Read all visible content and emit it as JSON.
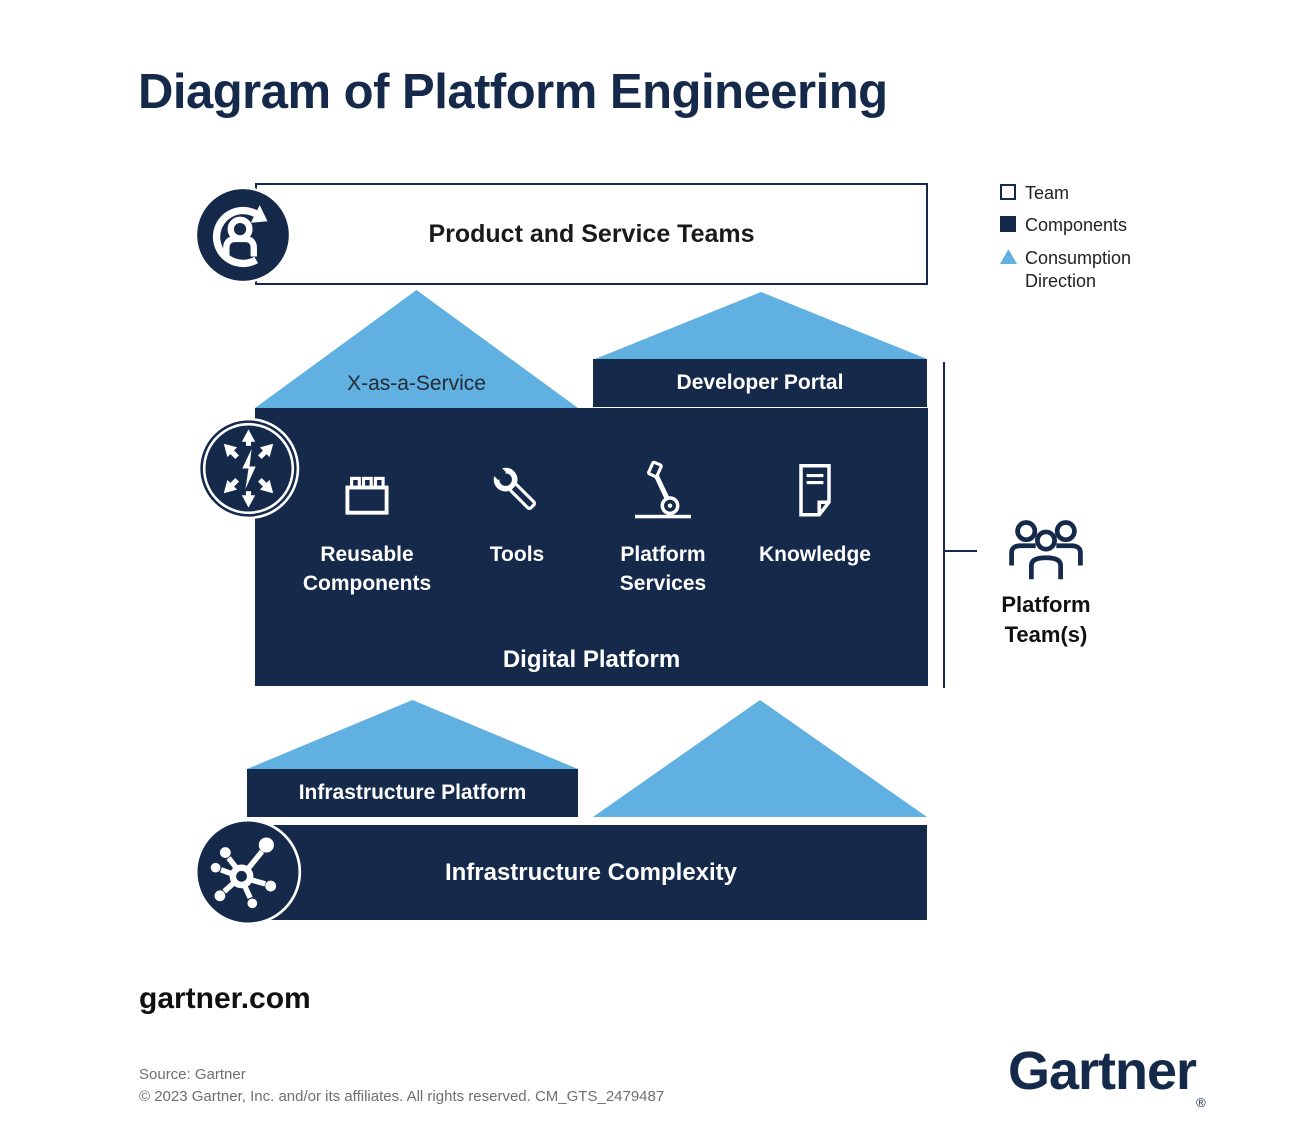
{
  "title": "Diagram of Platform Engineering",
  "legend": {
    "team": "Team",
    "components": "Components",
    "consumption": "Consumption Direction"
  },
  "diagram": {
    "product_service_teams": "Product and Service Teams",
    "x_as_a_service": "X-as-a-Service",
    "developer_portal": "Developer Portal",
    "digital_platform": {
      "label": "Digital Platform",
      "items": [
        {
          "label": "Reusable Components",
          "icon": "brick-icon"
        },
        {
          "label": "Tools",
          "icon": "wrench-icon"
        },
        {
          "label": "Platform Services",
          "icon": "lever-wheel-icon"
        },
        {
          "label": "Knowledge",
          "icon": "document-icon"
        }
      ]
    },
    "platform_teams": "Platform Team(s)",
    "infrastructure_platform": "Infrastructure Platform",
    "infrastructure_complexity": "Infrastructure Complexity"
  },
  "colors": {
    "navy": "#15294B",
    "light_blue": "#60B0E2"
  },
  "footer": {
    "website": "gartner.com",
    "source": "Source: Gartner",
    "copyright": "© 2023 Gartner, Inc. and/or its affiliates. All rights reserved. CM_GTS_2479487",
    "logo": "Gartner",
    "registered": "®"
  }
}
